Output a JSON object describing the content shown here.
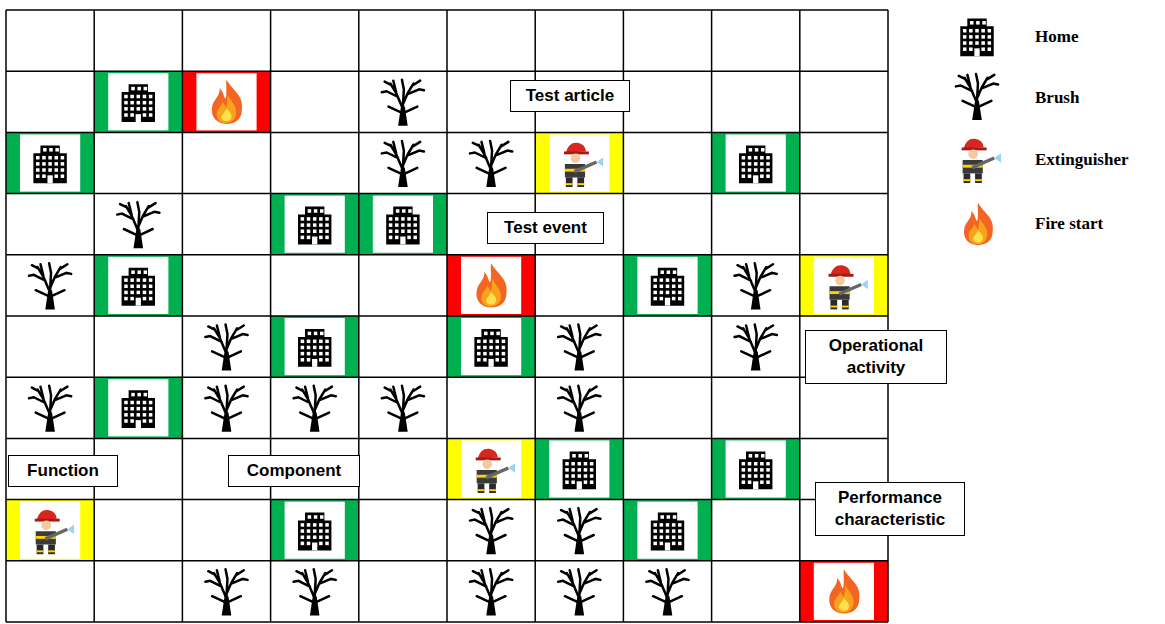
{
  "diagram": {
    "nodes": [
      {
        "text": [
          "Test article"
        ]
      },
      {
        "text": [
          "Test event"
        ]
      },
      {
        "text": [
          "Operational activity"
        ]
      },
      {
        "text": [
          "Function"
        ]
      },
      {
        "text": [
          "Component"
        ]
      },
      {
        "text": [
          "Performance characteristic"
        ]
      }
    ],
    "legend": [
      {
        "text": "Home"
      },
      {
        "text": "Brush"
      },
      {
        "text": "Extinguisher"
      },
      {
        "text": "Fire start"
      }
    ]
  }
}
